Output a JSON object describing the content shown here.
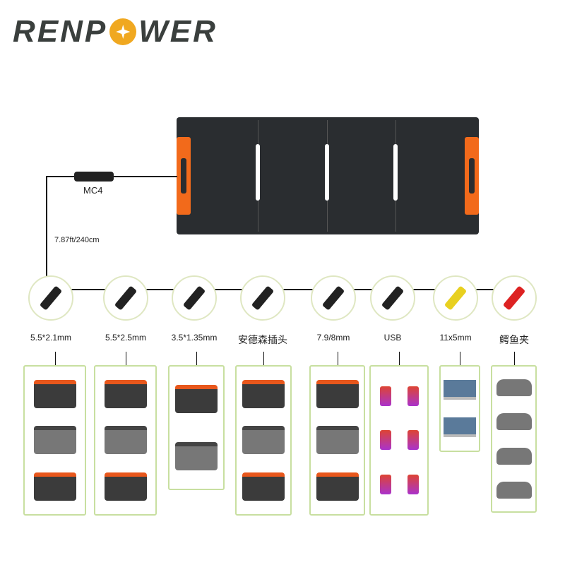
{
  "brand": {
    "logo_text": "RENPOWER",
    "accent": "#f0a820"
  },
  "cable": {
    "connector_label": "MC4",
    "length_label": "7.87ft/240cm"
  },
  "connectors": [
    {
      "label": "5.5*2.1mm",
      "icon": "dc-plug-icon"
    },
    {
      "label": "5.5*2.5mm",
      "icon": "dc-plug-icon"
    },
    {
      "label": "3.5*1.35mm",
      "icon": "dc-plug-icon"
    },
    {
      "label": "安德森插头",
      "icon": "anderson-plug-icon"
    },
    {
      "label": "7.9/8mm",
      "icon": "dc-plug-icon"
    },
    {
      "label": "USB",
      "icon": "usb-plug-icon"
    },
    {
      "label": "11x5mm",
      "icon": "square-plug-icon"
    },
    {
      "label": "鳄鱼夹",
      "icon": "alligator-clip-icon"
    }
  ],
  "colors": {
    "handle": "#f26a1b",
    "panel": "#2a2d30",
    "box_border": "#c8dfa0"
  }
}
